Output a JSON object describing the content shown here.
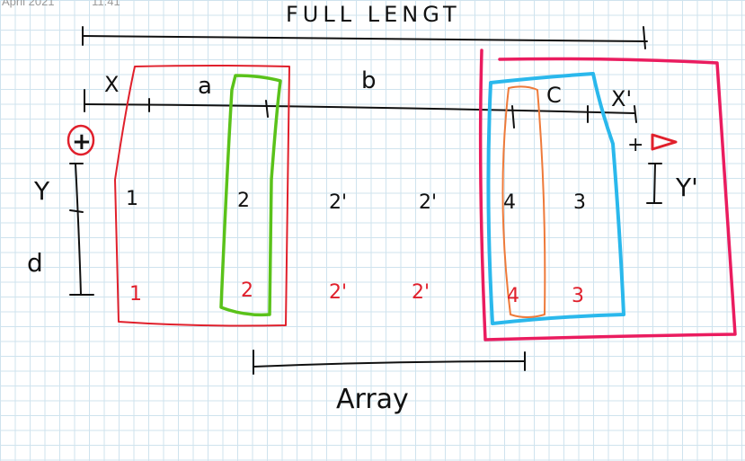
{
  "header": {
    "date": "April 2021",
    "time": "11:41"
  },
  "labels": {
    "full_length": "FULL LENGT",
    "x": "X",
    "a": "a",
    "b": "b",
    "c": "C",
    "x_prime": "X'",
    "plus_left": "+",
    "plus_right": "+",
    "y": "Y",
    "d": "d",
    "y_prime": "Y'",
    "array": "Array"
  },
  "columns_top": [
    "1",
    "2",
    "2'",
    "2'",
    "4",
    "3"
  ],
  "columns_bottom": [
    "1",
    "2",
    "2'",
    "2'",
    "4",
    "3"
  ],
  "colors": {
    "ink": "#111111",
    "red": "#e0202c",
    "green": "#5ac21a",
    "magenta": "#ea1c5f",
    "cyan": "#2ab8ec",
    "orange": "#ee7a3a"
  }
}
